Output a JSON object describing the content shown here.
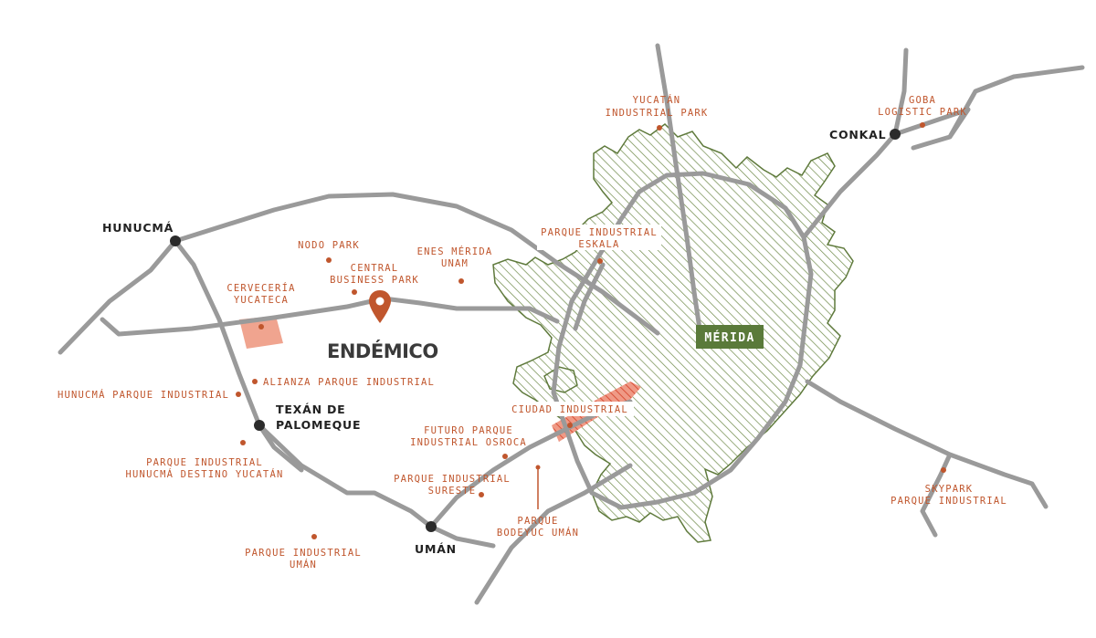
{
  "colors": {
    "road": "#9a9a9a",
    "urban_fill": "#5f7a3c",
    "label_orange": "#c0562d",
    "city_dot": "#2b2b2b",
    "merida_badge": "#5a7a3a",
    "highlight_zone": "#e8806a"
  },
  "brand": {
    "name": "ENDÉMICO",
    "icon": "map-pin-icon"
  },
  "cities": {
    "hunucma": "HUNUCMÁ",
    "conkal": "CONKAL",
    "texan_line1": "TEXÁN DE",
    "texan_line2": "PALOMEQUE",
    "uman": "UMÁN",
    "merida": "MÉRIDA"
  },
  "parks": {
    "yucatan_industrial": [
      "YUCATÁN",
      "INDUSTRIAL PARK"
    ],
    "goba": [
      "GOBA",
      "LOGISTIC PARK"
    ],
    "eskala": [
      "PARQUE INDUSTRIAL",
      "ESKALA"
    ],
    "nodo": [
      "NODO PARK"
    ],
    "enes": [
      "ENES MÉRIDA",
      "UNAM"
    ],
    "central_business": [
      "CENTRAL",
      "BUSINESS PARK"
    ],
    "cerveceria": [
      "CERVECERÍA",
      "YUCATECA"
    ],
    "alianza": [
      "ALIANZA PARQUE INDUSTRIAL"
    ],
    "hunucma_parque": [
      "HUNUCMÁ PARQUE INDUSTRIAL"
    ],
    "ciudad_industrial": [
      "CIUDAD INDUSTRIAL"
    ],
    "futuro_osroca": [
      "FUTURO PARQUE",
      "INDUSTRIAL OSROCA"
    ],
    "destino_yucatan": [
      "PARQUE INDUSTRIAL",
      "HUNUCMÁ DESTINO YUCATÁN"
    ],
    "sureste": [
      "PARQUE INDUSTRIAL",
      "SURESTE"
    ],
    "bodeyuc": [
      "PARQUE",
      "BODEYUC UMÁN"
    ],
    "skypark": [
      "SKYPARK",
      "PARQUE INDUSTRIAL"
    ],
    "uman_parque": [
      "PARQUE INDUSTRIAL",
      "UMÁN"
    ]
  }
}
